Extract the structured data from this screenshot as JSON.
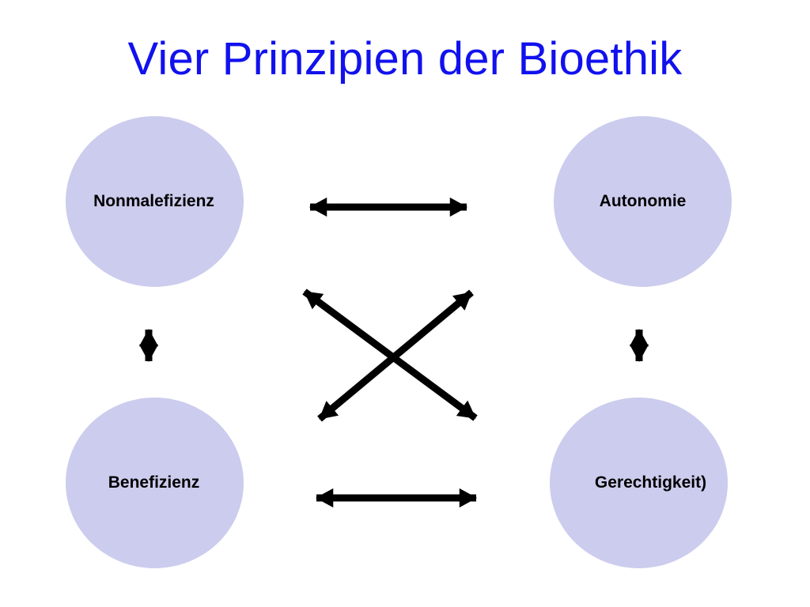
{
  "slide": {
    "title": "Vier Prinzipien der Bioethik",
    "background_color": "#ffffff",
    "title_color": "#1111ee",
    "node_fill_color": "#ccccee",
    "arrow_color": "#000000"
  },
  "nodes": [
    {
      "id": "nonmalefizienz",
      "label": "Nonmalefizienz",
      "position": "top-left"
    },
    {
      "id": "autonomie",
      "label": "Autonomie",
      "position": "top-right"
    },
    {
      "id": "benefizienz",
      "label": "Benefizienz",
      "position": "bottom-left"
    },
    {
      "id": "gerechtigkeit",
      "label": "Gerechtigkeit)",
      "position": "bottom-right"
    }
  ],
  "connections": [
    {
      "id": "top-horizontal",
      "from": "nonmalefizienz",
      "to": "autonomie",
      "style": "double-headed"
    },
    {
      "id": "bottom-horizontal",
      "from": "benefizienz",
      "to": "gerechtigkeit",
      "style": "double-headed"
    },
    {
      "id": "left-vertical",
      "from": "nonmalefizienz",
      "to": "benefizienz",
      "style": "double-headed"
    },
    {
      "id": "right-vertical",
      "from": "autonomie",
      "to": "gerechtigkeit",
      "style": "double-headed"
    },
    {
      "id": "diagonal-nw-se",
      "from": "nonmalefizienz",
      "to": "gerechtigkeit",
      "style": "double-headed"
    },
    {
      "id": "diagonal-ne-sw",
      "from": "autonomie",
      "to": "benefizienz",
      "style": "double-headed"
    }
  ]
}
